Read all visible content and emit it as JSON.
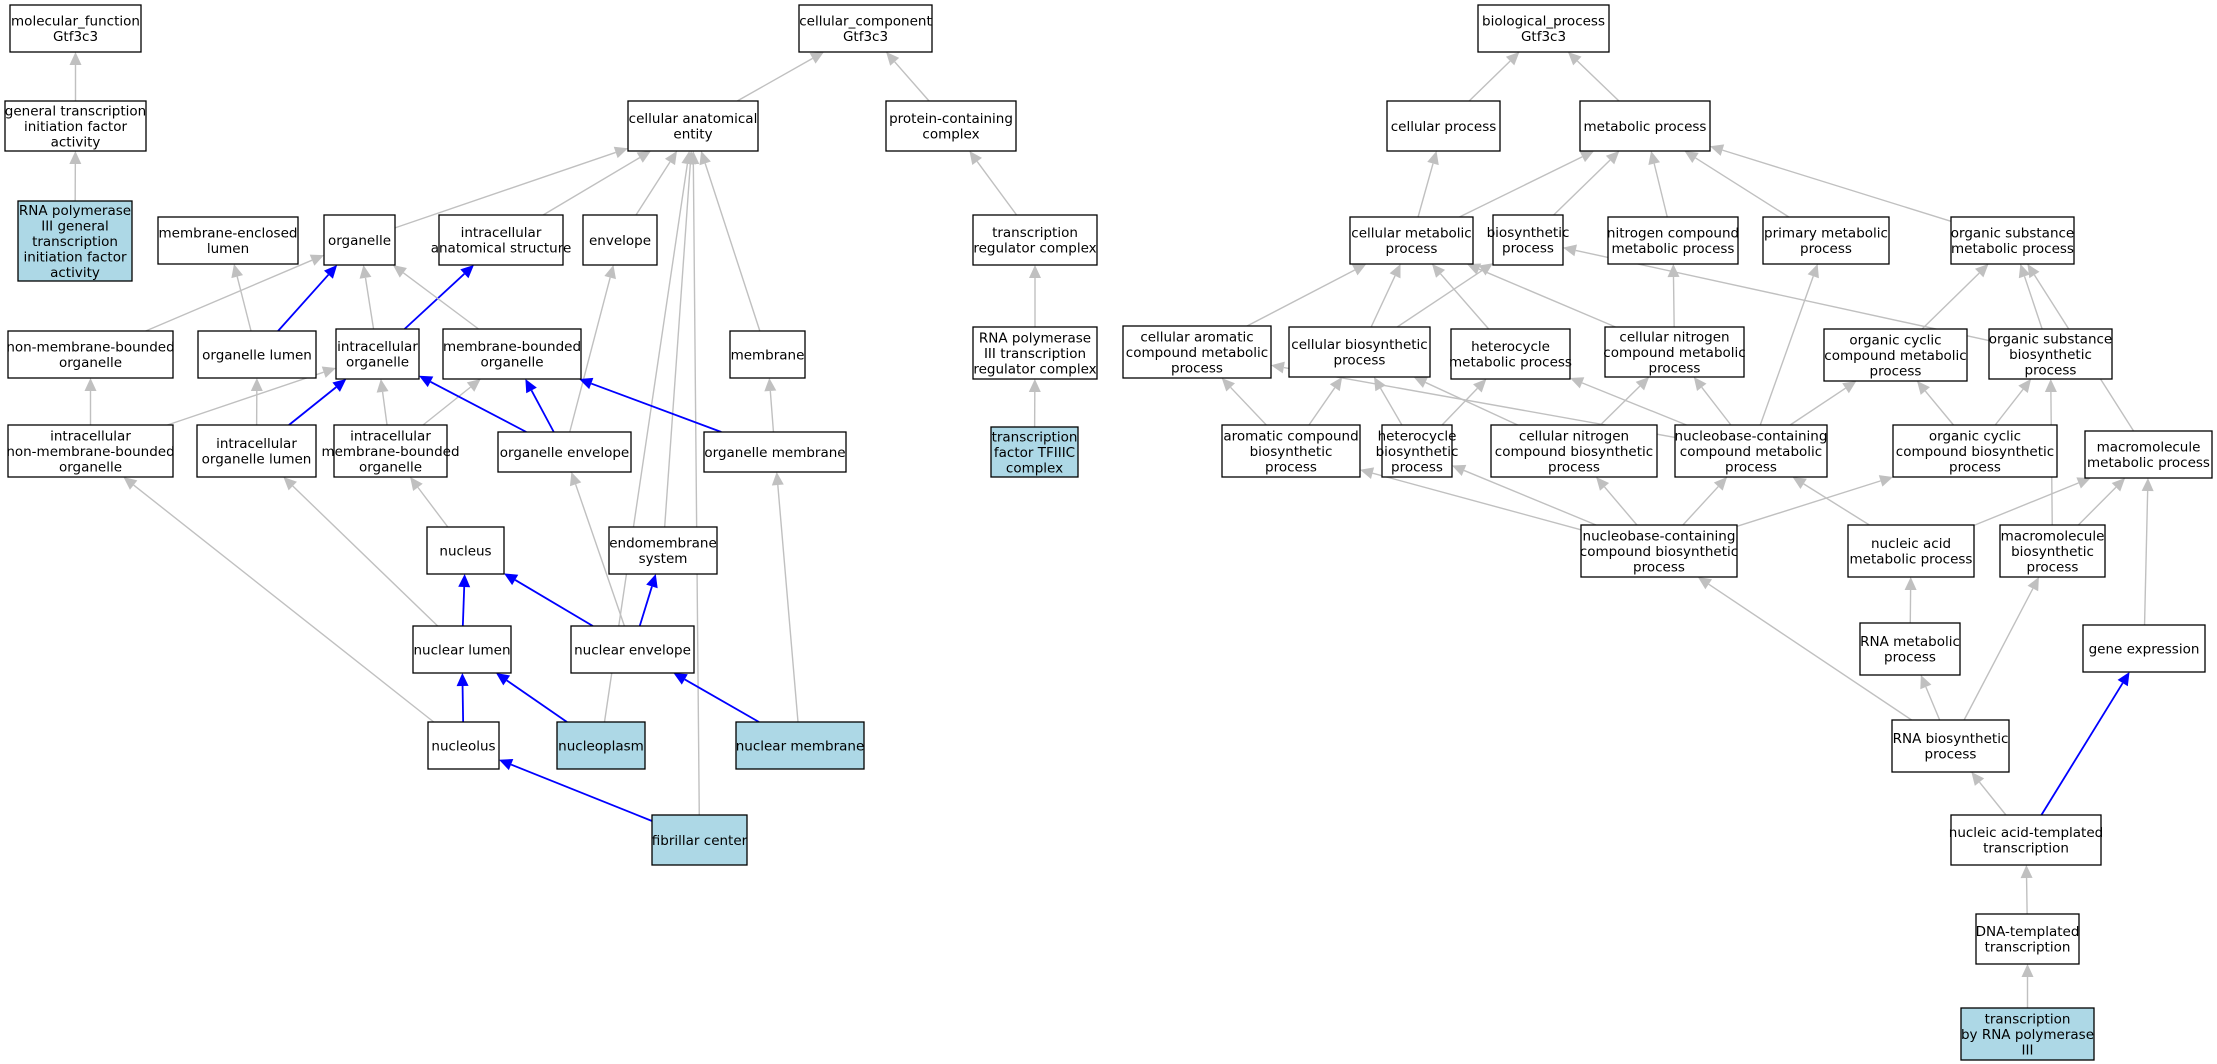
{
  "nodes": [
    {
      "id": "mf",
      "lines": [
        "molecular_function",
        "Gtf3c3"
      ],
      "hl": false
    },
    {
      "id": "gtifa",
      "lines": [
        "general transcription",
        "initiation factor",
        "activity"
      ],
      "hl": false
    },
    {
      "id": "rnap3gtifa",
      "lines": [
        "RNA polymerase",
        "III general",
        "transcription",
        "initiation factor",
        "activity"
      ],
      "hl": true
    },
    {
      "id": "cc",
      "lines": [
        "cellular_component",
        "Gtf3c3"
      ],
      "hl": false
    },
    {
      "id": "cae",
      "lines": [
        "cellular anatomical",
        "entity"
      ],
      "hl": false
    },
    {
      "id": "pcc",
      "lines": [
        "protein-containing",
        "complex"
      ],
      "hl": false
    },
    {
      "id": "mel",
      "lines": [
        "membrane-enclosed",
        "lumen"
      ],
      "hl": false
    },
    {
      "id": "organelle",
      "lines": [
        "organelle"
      ],
      "hl": false
    },
    {
      "id": "ias",
      "lines": [
        "intracellular",
        "anatomical structure"
      ],
      "hl": false
    },
    {
      "id": "envelope",
      "lines": [
        "envelope"
      ],
      "hl": false
    },
    {
      "id": "trc",
      "lines": [
        "transcription",
        "regulator complex"
      ],
      "hl": false
    },
    {
      "id": "nmbo",
      "lines": [
        "non-membrane-bounded",
        "organelle"
      ],
      "hl": false
    },
    {
      "id": "olumen",
      "lines": [
        "organelle lumen"
      ],
      "hl": false
    },
    {
      "id": "io",
      "lines": [
        "intracellular",
        "organelle"
      ],
      "hl": false
    },
    {
      "id": "mbo",
      "lines": [
        "membrane-bounded",
        "organelle"
      ],
      "hl": false
    },
    {
      "id": "membrane",
      "lines": [
        "membrane"
      ],
      "hl": false
    },
    {
      "id": "rnap3trc",
      "lines": [
        "RNA polymerase",
        "III transcription",
        "regulator complex"
      ],
      "hl": false
    },
    {
      "id": "inmbo",
      "lines": [
        "intracellular",
        "non-membrane-bounded",
        "organelle"
      ],
      "hl": false
    },
    {
      "id": "iol",
      "lines": [
        "intracellular",
        "organelle lumen"
      ],
      "hl": false
    },
    {
      "id": "imbo",
      "lines": [
        "intracellular",
        "membrane-bounded",
        "organelle"
      ],
      "hl": false
    },
    {
      "id": "oenv",
      "lines": [
        "organelle envelope"
      ],
      "hl": false
    },
    {
      "id": "omem",
      "lines": [
        "organelle membrane"
      ],
      "hl": false
    },
    {
      "id": "tfiiic",
      "lines": [
        "transcription",
        "factor TFIIIC",
        "complex"
      ],
      "hl": true
    },
    {
      "id": "nucleus",
      "lines": [
        "nucleus"
      ],
      "hl": false
    },
    {
      "id": "endo",
      "lines": [
        "endomembrane",
        "system"
      ],
      "hl": false
    },
    {
      "id": "nlumen",
      "lines": [
        "nuclear lumen"
      ],
      "hl": false
    },
    {
      "id": "nenv",
      "lines": [
        "nuclear envelope"
      ],
      "hl": false
    },
    {
      "id": "nucleolus",
      "lines": [
        "nucleolus"
      ],
      "hl": false
    },
    {
      "id": "nucleoplasm",
      "lines": [
        "nucleoplasm"
      ],
      "hl": true
    },
    {
      "id": "nmem",
      "lines": [
        "nuclear membrane"
      ],
      "hl": true
    },
    {
      "id": "fc",
      "lines": [
        "fibrillar center"
      ],
      "hl": true
    },
    {
      "id": "bp",
      "lines": [
        "biological_process",
        "Gtf3c3"
      ],
      "hl": false
    },
    {
      "id": "cp",
      "lines": [
        "cellular process"
      ],
      "hl": false
    },
    {
      "id": "mp",
      "lines": [
        "metabolic process"
      ],
      "hl": false
    },
    {
      "id": "cmp",
      "lines": [
        "cellular metabolic",
        "process"
      ],
      "hl": false
    },
    {
      "id": "bsp",
      "lines": [
        "biosynthetic",
        "process"
      ],
      "hl": false
    },
    {
      "id": "ncmp",
      "lines": [
        "nitrogen compound",
        "metabolic process"
      ],
      "hl": false
    },
    {
      "id": "pmp",
      "lines": [
        "primary metabolic",
        "process"
      ],
      "hl": false
    },
    {
      "id": "osmp",
      "lines": [
        "organic substance",
        "metabolic process"
      ],
      "hl": false
    },
    {
      "id": "cacmp",
      "lines": [
        "cellular aromatic",
        "compound metabolic",
        "process"
      ],
      "hl": false
    },
    {
      "id": "cbp",
      "lines": [
        "cellular biosynthetic",
        "process"
      ],
      "hl": false
    },
    {
      "id": "hmp",
      "lines": [
        "heterocycle",
        "metabolic process"
      ],
      "hl": false
    },
    {
      "id": "cncmp",
      "lines": [
        "cellular nitrogen",
        "compound metabolic",
        "process"
      ],
      "hl": false
    },
    {
      "id": "occmp",
      "lines": [
        "organic cyclic",
        "compound metabolic",
        "process"
      ],
      "hl": false
    },
    {
      "id": "osbp",
      "lines": [
        "organic substance",
        "biosynthetic",
        "process"
      ],
      "hl": false
    },
    {
      "id": "acbp",
      "lines": [
        "aromatic compound",
        "biosynthetic",
        "process"
      ],
      "hl": false
    },
    {
      "id": "hbp",
      "lines": [
        "heterocycle",
        "biosynthetic",
        "process"
      ],
      "hl": false
    },
    {
      "id": "cncbp",
      "lines": [
        "cellular nitrogen",
        "compound biosynthetic",
        "process"
      ],
      "hl": false
    },
    {
      "id": "nbcmp",
      "lines": [
        "nucleobase-containing",
        "compound metabolic",
        "process"
      ],
      "hl": false
    },
    {
      "id": "occbp",
      "lines": [
        "organic cyclic",
        "compound biosynthetic",
        "process"
      ],
      "hl": false
    },
    {
      "id": "mmp",
      "lines": [
        "macromolecule",
        "metabolic process"
      ],
      "hl": false
    },
    {
      "id": "nbcbp",
      "lines": [
        "nucleobase-containing",
        "compound biosynthetic",
        "process"
      ],
      "hl": false
    },
    {
      "id": "namp",
      "lines": [
        "nucleic acid",
        "metabolic process"
      ],
      "hl": false
    },
    {
      "id": "mbp",
      "lines": [
        "macromolecule",
        "biosynthetic",
        "process"
      ],
      "hl": false
    },
    {
      "id": "rnamp",
      "lines": [
        "RNA metabolic",
        "process"
      ],
      "hl": false
    },
    {
      "id": "ge",
      "lines": [
        "gene expression"
      ],
      "hl": false
    },
    {
      "id": "rnabp",
      "lines": [
        "RNA biosynthetic",
        "process"
      ],
      "hl": false
    },
    {
      "id": "natt",
      "lines": [
        "nucleic acid-templated",
        "transcription"
      ],
      "hl": false
    },
    {
      "id": "dtt",
      "lines": [
        "DNA-templated",
        "transcription"
      ],
      "hl": false
    },
    {
      "id": "trnap3",
      "lines": [
        "transcription",
        "by RNA polymerase",
        "III"
      ],
      "hl": true
    }
  ],
  "edges": [
    {
      "from": "gtifa",
      "to": "mf",
      "color": "gray"
    },
    {
      "from": "rnap3gtifa",
      "to": "gtifa",
      "color": "gray"
    },
    {
      "from": "cae",
      "to": "cc",
      "color": "gray"
    },
    {
      "from": "pcc",
      "to": "cc",
      "color": "gray"
    },
    {
      "from": "organelle",
      "to": "cae",
      "color": "gray"
    },
    {
      "from": "ias",
      "to": "cae",
      "color": "gray"
    },
    {
      "from": "envelope",
      "to": "cae",
      "color": "gray"
    },
    {
      "from": "membrane",
      "to": "cae",
      "color": "gray"
    },
    {
      "from": "endo",
      "to": "cae",
      "color": "gray"
    },
    {
      "from": "nucleoplasm",
      "to": "cae",
      "color": "gray"
    },
    {
      "from": "fc",
      "to": "cae",
      "color": "gray"
    },
    {
      "from": "trc",
      "to": "pcc",
      "color": "gray"
    },
    {
      "from": "rnap3trc",
      "to": "trc",
      "color": "gray"
    },
    {
      "from": "tfiiic",
      "to": "rnap3trc",
      "color": "gray"
    },
    {
      "from": "nmbo",
      "to": "organelle",
      "color": "gray"
    },
    {
      "from": "olumen",
      "to": "organelle",
      "color": "blue"
    },
    {
      "from": "olumen",
      "to": "mel",
      "color": "gray"
    },
    {
      "from": "io",
      "to": "organelle",
      "color": "gray"
    },
    {
      "from": "io",
      "to": "ias",
      "color": "blue"
    },
    {
      "from": "mbo",
      "to": "organelle",
      "color": "gray"
    },
    {
      "from": "inmbo",
      "to": "nmbo",
      "color": "gray"
    },
    {
      "from": "inmbo",
      "to": "io",
      "color": "gray"
    },
    {
      "from": "iol",
      "to": "olumen",
      "color": "gray"
    },
    {
      "from": "iol",
      "to": "io",
      "color": "blue"
    },
    {
      "from": "imbo",
      "to": "io",
      "color": "gray"
    },
    {
      "from": "imbo",
      "to": "mbo",
      "color": "gray"
    },
    {
      "from": "oenv",
      "to": "io",
      "color": "blue"
    },
    {
      "from": "oenv",
      "to": "mbo",
      "color": "blue"
    },
    {
      "from": "oenv",
      "to": "envelope",
      "color": "gray"
    },
    {
      "from": "omem",
      "to": "mbo",
      "color": "blue"
    },
    {
      "from": "omem",
      "to": "membrane",
      "color": "gray"
    },
    {
      "from": "nucleus",
      "to": "imbo",
      "color": "gray"
    },
    {
      "from": "nlumen",
      "to": "nucleus",
      "color": "blue"
    },
    {
      "from": "nlumen",
      "to": "iol",
      "color": "gray"
    },
    {
      "from": "nenv",
      "to": "nucleus",
      "color": "blue"
    },
    {
      "from": "nenv",
      "to": "endo",
      "color": "blue"
    },
    {
      "from": "nenv",
      "to": "oenv",
      "color": "gray"
    },
    {
      "from": "nucleolus",
      "to": "nlumen",
      "color": "blue"
    },
    {
      "from": "nucleolus",
      "to": "inmbo",
      "color": "gray"
    },
    {
      "from": "nucleoplasm",
      "to": "nlumen",
      "color": "blue"
    },
    {
      "from": "nmem",
      "to": "nenv",
      "color": "blue"
    },
    {
      "from": "nmem",
      "to": "omem",
      "color": "gray"
    },
    {
      "from": "fc",
      "to": "nucleolus",
      "color": "blue"
    },
    {
      "from": "cp",
      "to": "bp",
      "color": "gray"
    },
    {
      "from": "mp",
      "to": "bp",
      "color": "gray"
    },
    {
      "from": "cmp",
      "to": "cp",
      "color": "gray"
    },
    {
      "from": "cmp",
      "to": "mp",
      "color": "gray"
    },
    {
      "from": "bsp",
      "to": "mp",
      "color": "gray"
    },
    {
      "from": "ncmp",
      "to": "mp",
      "color": "gray"
    },
    {
      "from": "pmp",
      "to": "mp",
      "color": "gray"
    },
    {
      "from": "osmp",
      "to": "mp",
      "color": "gray"
    },
    {
      "from": "cacmp",
      "to": "cmp",
      "color": "gray"
    },
    {
      "from": "cbp",
      "to": "cmp",
      "color": "gray"
    },
    {
      "from": "cbp",
      "to": "bsp",
      "color": "gray"
    },
    {
      "from": "hmp",
      "to": "cmp",
      "color": "gray"
    },
    {
      "from": "cncmp",
      "to": "cmp",
      "color": "gray"
    },
    {
      "from": "cncmp",
      "to": "ncmp",
      "color": "gray"
    },
    {
      "from": "occmp",
      "to": "osmp",
      "color": "gray"
    },
    {
      "from": "osbp",
      "to": "osmp",
      "color": "gray"
    },
    {
      "from": "osbp",
      "to": "bsp",
      "color": "gray"
    },
    {
      "from": "acbp",
      "to": "cacmp",
      "color": "gray"
    },
    {
      "from": "acbp",
      "to": "cbp",
      "color": "gray"
    },
    {
      "from": "hbp",
      "to": "hmp",
      "color": "gray"
    },
    {
      "from": "hbp",
      "to": "cbp",
      "color": "gray"
    },
    {
      "from": "cncbp",
      "to": "cncmp",
      "color": "gray"
    },
    {
      "from": "cncbp",
      "to": "cbp",
      "color": "gray"
    },
    {
      "from": "nbcmp",
      "to": "cacmp",
      "color": "gray"
    },
    {
      "from": "nbcmp",
      "to": "hmp",
      "color": "gray"
    },
    {
      "from": "nbcmp",
      "to": "cncmp",
      "color": "gray"
    },
    {
      "from": "nbcmp",
      "to": "occmp",
      "color": "gray"
    },
    {
      "from": "nbcmp",
      "to": "pmp",
      "color": "gray"
    },
    {
      "from": "occbp",
      "to": "occmp",
      "color": "gray"
    },
    {
      "from": "occbp",
      "to": "osbp",
      "color": "gray"
    },
    {
      "from": "mmp",
      "to": "osmp",
      "color": "gray"
    },
    {
      "from": "nbcbp",
      "to": "acbp",
      "color": "gray"
    },
    {
      "from": "nbcbp",
      "to": "hbp",
      "color": "gray"
    },
    {
      "from": "nbcbp",
      "to": "cncbp",
      "color": "gray"
    },
    {
      "from": "nbcbp",
      "to": "nbcmp",
      "color": "gray"
    },
    {
      "from": "nbcbp",
      "to": "occbp",
      "color": "gray"
    },
    {
      "from": "namp",
      "to": "nbcmp",
      "color": "gray"
    },
    {
      "from": "namp",
      "to": "mmp",
      "color": "gray"
    },
    {
      "from": "mbp",
      "to": "mmp",
      "color": "gray"
    },
    {
      "from": "mbp",
      "to": "osbp",
      "color": "gray"
    },
    {
      "from": "rnamp",
      "to": "namp",
      "color": "gray"
    },
    {
      "from": "ge",
      "to": "mmp",
      "color": "gray"
    },
    {
      "from": "rnabp",
      "to": "rnamp",
      "color": "gray"
    },
    {
      "from": "rnabp",
      "to": "nbcbp",
      "color": "gray"
    },
    {
      "from": "rnabp",
      "to": "mbp",
      "color": "gray"
    },
    {
      "from": "natt",
      "to": "rnabp",
      "color": "gray"
    },
    {
      "from": "natt",
      "to": "ge",
      "color": "blue"
    },
    {
      "from": "dtt",
      "to": "natt",
      "color": "gray"
    },
    {
      "from": "trnap3",
      "to": "dtt",
      "color": "gray"
    }
  ]
}
